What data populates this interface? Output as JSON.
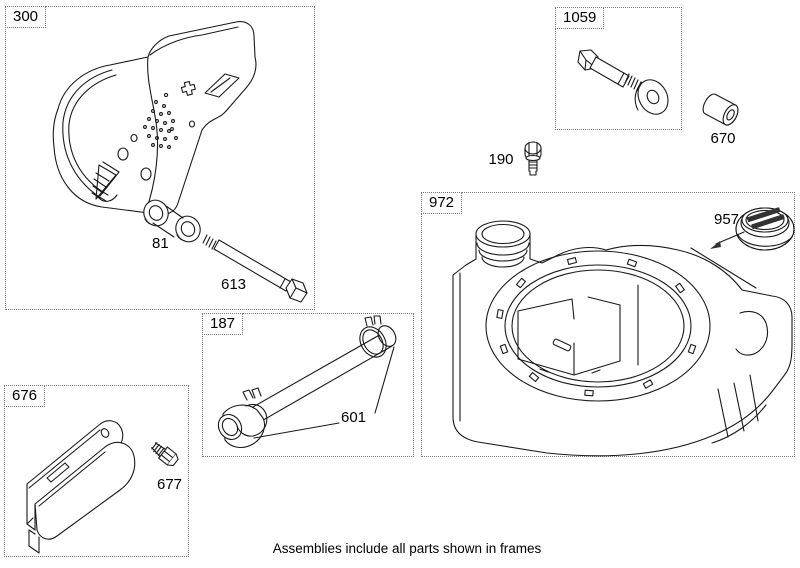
{
  "caption": "Assemblies include all parts shown in frames",
  "colors": {
    "background": "#ffffff",
    "line": "#1a1a1a",
    "frame_border": "#777777",
    "text": "#000000"
  },
  "frames": {
    "muffler": {
      "id": "300",
      "parts": {
        "gasket": "81",
        "screw": "613"
      }
    },
    "bolt_washer_kit": {
      "id": "1059"
    },
    "fuel_tank": {
      "id": "972",
      "parts": {
        "fuel_cap": "957"
      }
    },
    "fuel_hose": {
      "id": "187",
      "parts": {
        "clamp": "601"
      }
    },
    "cover": {
      "id": "676",
      "parts": {
        "screw": "677"
      }
    }
  },
  "loose_parts": {
    "bolt": "190",
    "spacer": "670"
  }
}
